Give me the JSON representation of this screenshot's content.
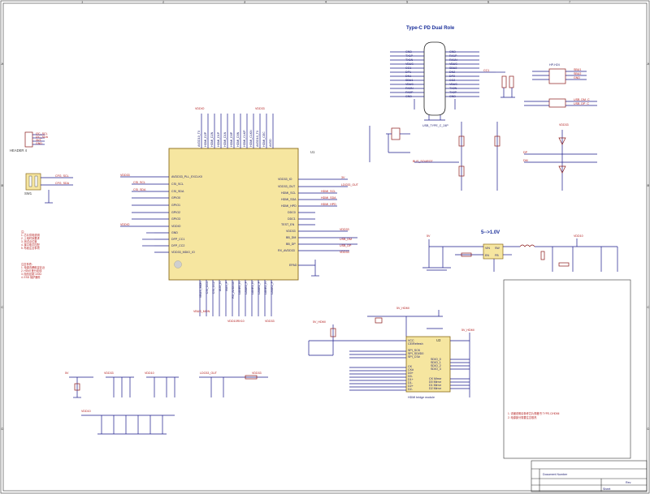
{
  "colors": {
    "ic_fill": "#f6e6a0",
    "ic_stroke": "#8a6a1a",
    "wire": "#1a1a8a",
    "label": "#b01818",
    "title": "#1a2f9a"
  },
  "usb_title": "Type-C PD Dual Role",
  "regulator_title": "5-->1.0V",
  "header_ref": "HEADER 4",
  "u1_ref": "U1",
  "epad": "EPAD",
  "u1_left_pins": [
    "AVDD33_PLL_EXCLK0",
    "CSI_SCL",
    "CSI_SDA",
    "GPIO0",
    "GPIO1",
    "GPIO2",
    "GPIO3",
    "VDDIO",
    "GND",
    "DFP_CC1",
    "DFP_CC2",
    "VDD33_MDIO_IO"
  ],
  "u1_right_pins": [
    "VDD33_IO",
    "VDD33_OUT",
    "HDMI_SCL",
    "HDMI_SDA",
    "HDMI_HPD",
    "DDC0",
    "DDC1",
    "TEST_EN",
    "VDD33",
    "BB_DM",
    "BB_DP",
    "RX_AVDD33"
  ],
  "u1_top_pins": [
    "AVDD10_TX",
    "HDMI_D2P",
    "HDMI_D2N",
    "HDMI_D1P",
    "HDMI_D1N",
    "HDMI_D0P",
    "HDMI_D0N",
    "HDMI_CLKP",
    "HDMI_CLKN",
    "AVDD10_TX",
    "HDMI_CEC",
    "AVDD"
  ],
  "u1_bottom_pins": [
    "VBUS_MON",
    "CSI_CC1",
    "CSI_CC2",
    "AUX_N",
    "AUX_P",
    "RX_AVDD10",
    "LANE0_N",
    "LANE0_P",
    "LANE1_N",
    "LANE1_P",
    "LANE2_N",
    "LANE2_P"
  ],
  "usb_pins_left": [
    "GND",
    "TX1P",
    "TX1N",
    "VBUS",
    "CC1",
    "DP1",
    "DN1",
    "SBU1",
    "VBUS",
    "RX2N",
    "RX2P",
    "GND"
  ],
  "usb_pins_right": [
    "GND",
    "RX1P",
    "RX1N",
    "VBUS",
    "SBU2",
    "DN2",
    "DP2",
    "CC2",
    "VBUS",
    "TX2N",
    "TX2P",
    "GND"
  ],
  "usb_ref": "USB_TYPE_C_24P",
  "u3_pins_left": [
    "VCC",
    "CE/Refresh",
    "",
    "SPI_SCK",
    "SPI_SDI/D0",
    "SPI_CS#",
    "",
    "CK",
    "CK#",
    "D0+",
    "D0-",
    "D1+",
    "D1-",
    "D2+",
    "D2-"
  ],
  "u3_pins_right": [
    "",
    "",
    "",
    "",
    "SDIO_0",
    "SDIO_1",
    "SDIO_2",
    "SDIO_3",
    "",
    "CK Mirror",
    "D0 Mirror",
    "D1 Mirror",
    "D2 Mirror"
  ],
  "u3_ref": "U3",
  "u3_part": "HDMI bridge module",
  "power_labels": {
    "vddio_top": "VDDIO",
    "vdd33_top": "VDD33",
    "v5": "5V",
    "v5_hdmi": "5V_HDMI",
    "vdd10": "VDD10",
    "ldo33_out": "LDO33_OUT",
    "vdd33": "VDD33",
    "vddio": "VDDIO"
  },
  "notes_left": [
    "注：",
    "1. 芯片供电说明",
    "2. 上电时序要求",
    "3. 测试点位置",
    "4. 接口电平匹配",
    "5. 布线注意事项"
  ],
  "notes_left2": [
    "注意事项：",
    "1. 电源去耦电容靠近",
    "2. HDMI 差分走线",
    "3. 阻抗控制 100Ω",
    "4. ESD 保护器件"
  ],
  "notes_bottom_right": [
    "1. 详细说明请参考芯片规格书 TYPE-C/HDMI",
    "2. 电源部分需要注意散热"
  ],
  "title_block": {
    "title": "Document Number",
    "rev": "Rev",
    "sheet": "Sheet"
  },
  "border_numbers": [
    "1",
    "2",
    "3",
    "4",
    "5",
    "6",
    "7",
    "8"
  ],
  "border_letters": [
    "A",
    "B",
    "C",
    "D"
  ]
}
